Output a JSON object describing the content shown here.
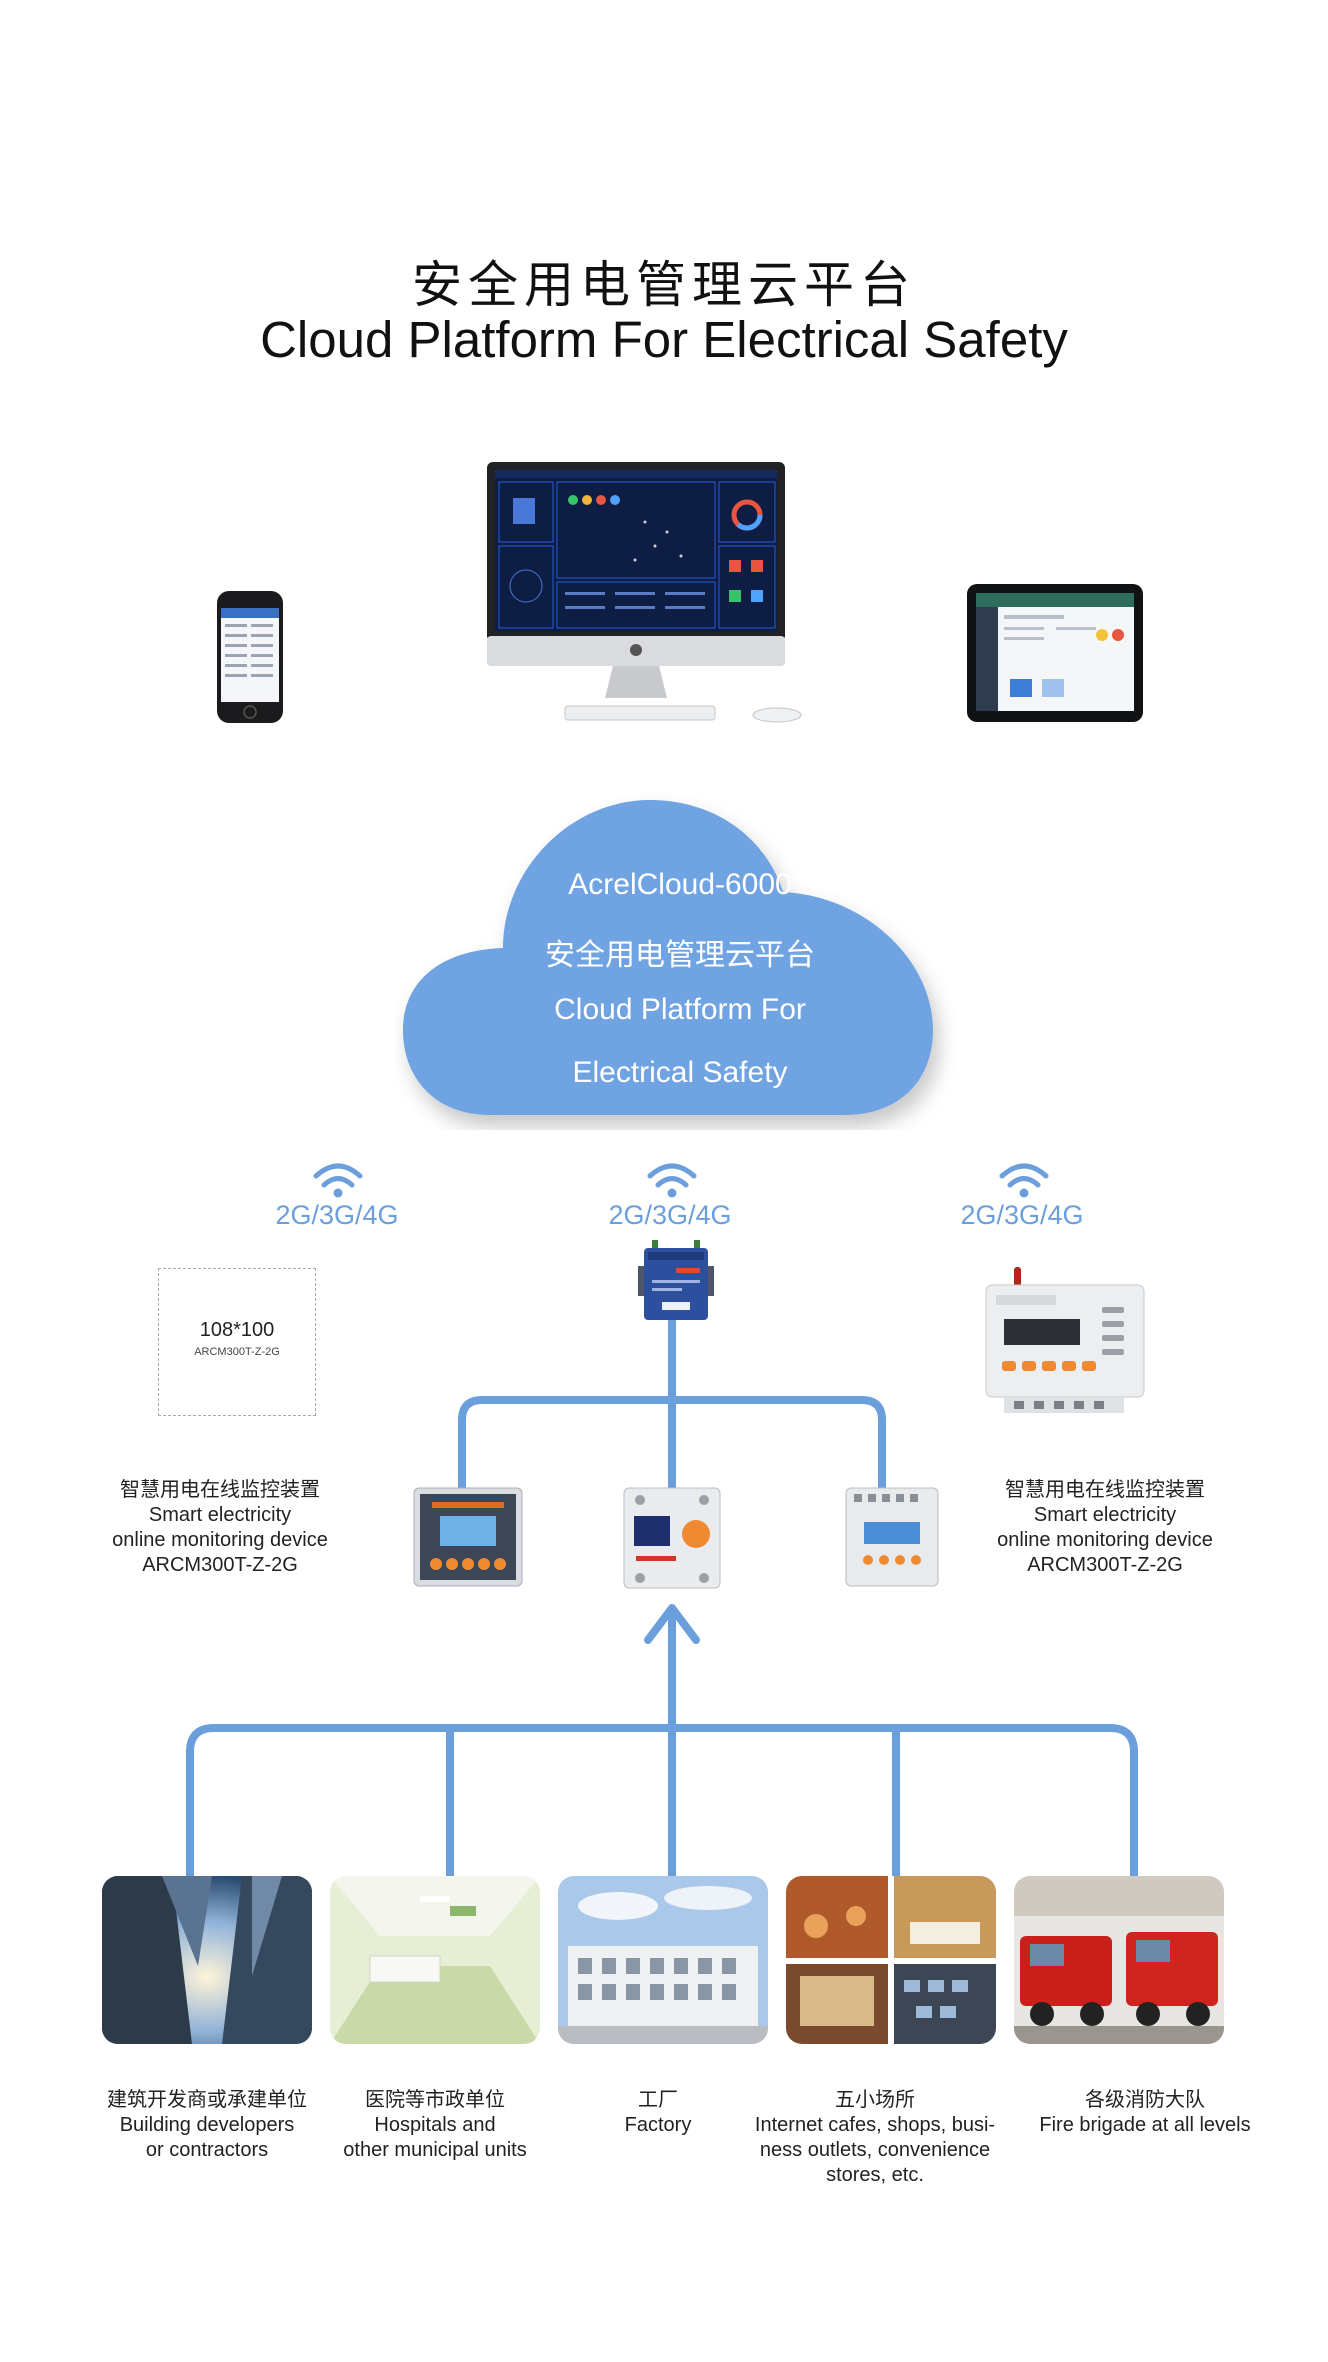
{
  "header": {
    "title_cn": "安全用电管理云平台",
    "title_en": "Cloud Platform  For Electrical Safety"
  },
  "cloud": {
    "line1": "AcrelCloud-6000",
    "line2": "安全用电管理云平台",
    "line3": "Cloud Platform  For",
    "line4": "Electrical Safety"
  },
  "network": {
    "left": "2G/3G/4G",
    "center": "2G/3G/4G",
    "right": "2G/3G/4G"
  },
  "placeholder": {
    "size": "108*100",
    "model": "ARCM300T-Z-2G"
  },
  "device_left": {
    "cn": "智慧用电在线监控装置",
    "en1": "Smart electricity",
    "en2": "online monitoring device",
    "model": "ARCM300T-Z-2G"
  },
  "device_right": {
    "cn": "智慧用电在线监控装置",
    "en1": "Smart electricity",
    "en2": "online monitoring device",
    "model": "ARCM300T-Z-2G"
  },
  "categories": [
    {
      "cn": "建筑开发商或承建单位",
      "en1": "Building developers",
      "en2": "or contractors",
      "en3": ""
    },
    {
      "cn": "医院等市政单位",
      "en1": "Hospitals and",
      "en2": "other municipal units",
      "en3": ""
    },
    {
      "cn": "工厂",
      "en1": "Factory",
      "en2": "",
      "en3": ""
    },
    {
      "cn": "五小场所",
      "en1": "Internet cafes, shops, busi-",
      "en2": "ness outlets, convenience",
      "en3": "stores, etc."
    },
    {
      "cn": "各级消防大队",
      "en1": "Fire brigade at all levels",
      "en2": "",
      "en3": ""
    }
  ],
  "colors": {
    "accent_blue": "#6b9fdc",
    "cloud_blue": "#6fa3e2"
  }
}
